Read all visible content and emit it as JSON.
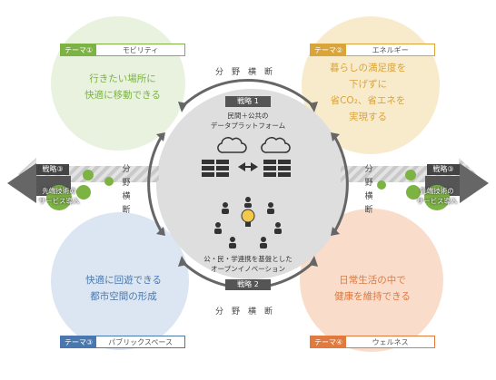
{
  "themes": [
    {
      "num": "テーマ①",
      "name": "モビリティ",
      "text": [
        "行きたい場所に",
        "快適に移動できる"
      ]
    },
    {
      "num": "テーマ②",
      "name": "エネルギー",
      "text": [
        "暮らしの満足度を",
        "下げずに",
        "省CO₂、省エネを",
        "実現する"
      ]
    },
    {
      "num": "テーマ③",
      "name": "パブリックスペース",
      "text": [
        "快適に回遊できる",
        "都市空間の形成"
      ]
    },
    {
      "num": "テーマ④",
      "name": "ウェルネス",
      "text": [
        "日常生活の中で",
        "健康を維持できる"
      ]
    }
  ],
  "strategies": {
    "s1": {
      "label": "戦略 1",
      "text": [
        "民間＋公共の",
        "データプラットフォーム"
      ]
    },
    "s2": {
      "label": "戦略 2",
      "text": [
        "公・民・学連携を基盤とした",
        "オープンイノベーション"
      ]
    },
    "s3_left": {
      "label": "戦略③",
      "text": [
        "先端技術の",
        "サービス導入"
      ]
    },
    "s3_right": {
      "label": "戦略③",
      "text": [
        "先端技術の",
        "サービス導入"
      ]
    }
  },
  "bunya": {
    "top": "分野横断",
    "bottom": "分野横断",
    "left": [
      "分",
      "野",
      "横",
      "断"
    ],
    "right": [
      "分",
      "野",
      "横",
      "断"
    ]
  },
  "colors": {
    "mobility": "#7cb342",
    "energy": "#d9a43a",
    "public": "#4a78ae",
    "wellness": "#e07a3e",
    "mobility_bg": "#e8f2de",
    "energy_bg": "#f8ebcc",
    "public_bg": "#dbe6f2",
    "wellness_bg": "#f9dcc9",
    "center_bg": "#dedede"
  }
}
